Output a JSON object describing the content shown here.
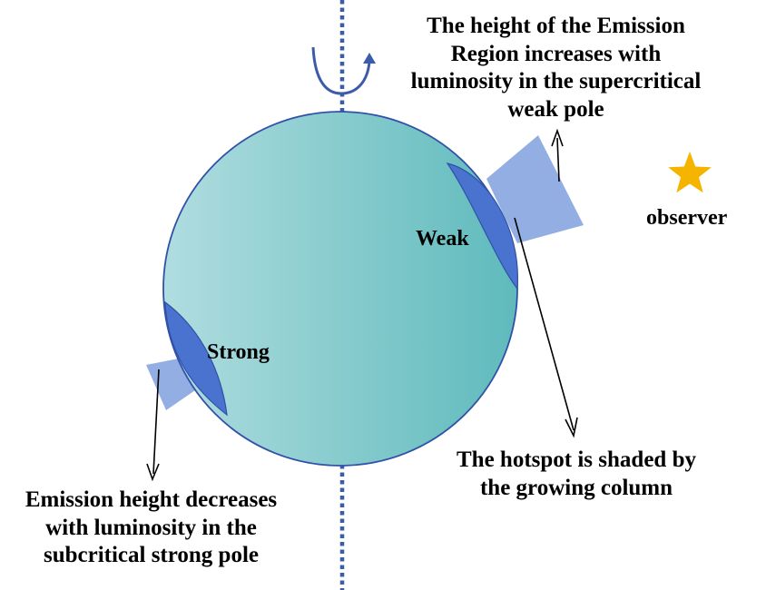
{
  "colors": {
    "axis": "#3d5bab",
    "sphere_light": "#b0dde0",
    "sphere_dark": "#5fbabc",
    "sphere_outline": "#3051a8",
    "hotspot": "#4a72cf",
    "column": "#93aee3",
    "star": "#f4b400",
    "arrow": "#000000"
  },
  "labels": {
    "weak": "Weak",
    "strong": "Strong",
    "observer": "observer"
  },
  "annotations": {
    "weak_pole": "The height of the Emission\nRegion increases with\nluminosity in the supercritical\nweak pole",
    "hotspot": "The hotspot is shaded by\nthe growing column",
    "strong_pole": "Emission height decreases\nwith luminosity in the\nsubcritical strong pole"
  },
  "icons": {
    "rotation": "rotation-arrow-icon",
    "observer": "star-icon"
  }
}
